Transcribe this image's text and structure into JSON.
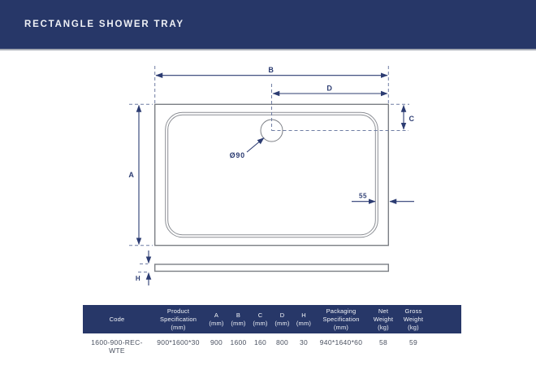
{
  "header": {
    "title": "RECTANGLE SHOWER TRAY"
  },
  "diagram": {
    "labels": {
      "width_b": "B",
      "drain_offset_d": "D",
      "depth_a": "A",
      "corner_offset_c": "C",
      "thickness_h": "H",
      "drain_diameter": "Ø90",
      "rim_width": "55"
    }
  },
  "table": {
    "columns": [
      "Code",
      "Product Specification (mm)",
      "A (mm)",
      "B (mm)",
      "C (mm)",
      "D (mm)",
      "H (mm)",
      "Packaging Specification (mm)",
      "Net Weight (kg)",
      "Gross Weight (kg)"
    ],
    "rows": [
      [
        "1600-900-REC-WTE",
        "900*1600*30",
        "900",
        "1600",
        "160",
        "800",
        "30",
        "940*1640*60",
        "58",
        "59"
      ]
    ]
  },
  "colors": {
    "navy": "#273768",
    "dimension_line": "#2c3c72",
    "drawing_gray": "#7c7f85"
  }
}
